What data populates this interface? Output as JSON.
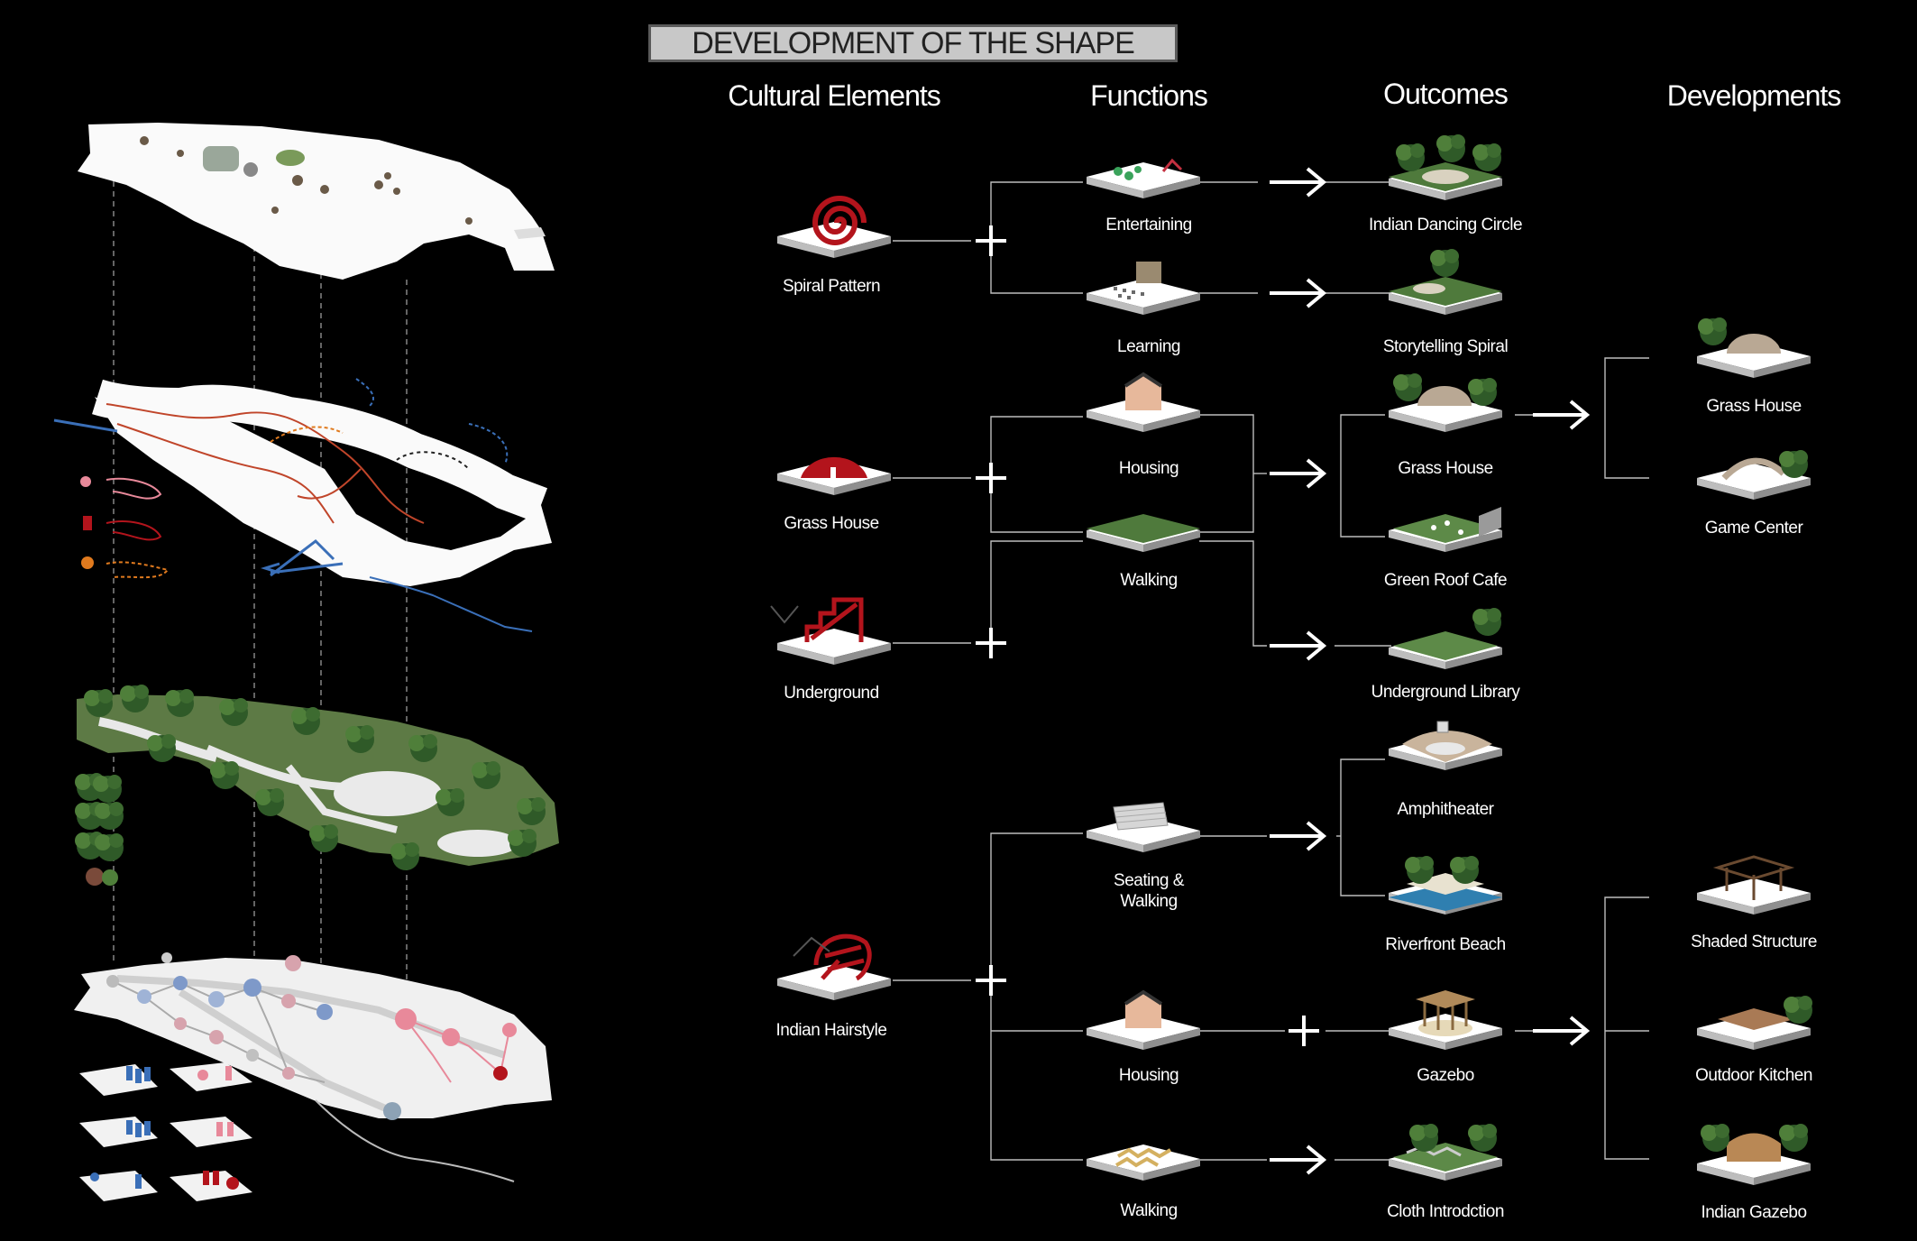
{
  "title": "DEVELOPMENT OF THE SHAPE",
  "columns": {
    "cultural": "Cultural Elements",
    "functions": "Functions",
    "outcomes": "Outcomes",
    "developments": "Developments"
  },
  "cultural_elements": {
    "spiral": "Spiral Pattern",
    "grass_house": "Grass House",
    "underground": "Underground",
    "hairstyle": "Indian Hairstyle"
  },
  "functions": {
    "entertaining": "Entertaining",
    "learning": "Learning",
    "housing1": "Housing",
    "walking1": "Walking",
    "seating_line1": "Seating &",
    "seating_line2": "Walking",
    "housing2": "Housing",
    "walking2": "Walking"
  },
  "outcomes": {
    "dancing": "Indian Dancing Circle",
    "storytelling": "Storytelling Spiral",
    "grass_house": "Grass House",
    "green_roof": "Green Roof Cafe",
    "library": "Underground Library",
    "amphitheater": "Amphitheater",
    "beach": "Riverfront Beach",
    "gazebo": "Gazebo",
    "cloth": "Cloth Introdction"
  },
  "developments": {
    "grass_house": "Grass House",
    "game_center": "Game Center",
    "shaded": "Shaded Structure",
    "kitchen": "Outdoor Kitchen",
    "indian_gazebo": "Indian Gazebo"
  },
  "colors": {
    "background": "#000000",
    "accent_red": "#b3141c",
    "route_blue": "#3a6fb8",
    "route_orange": "#e07a1e",
    "pink": "#e8899a"
  }
}
